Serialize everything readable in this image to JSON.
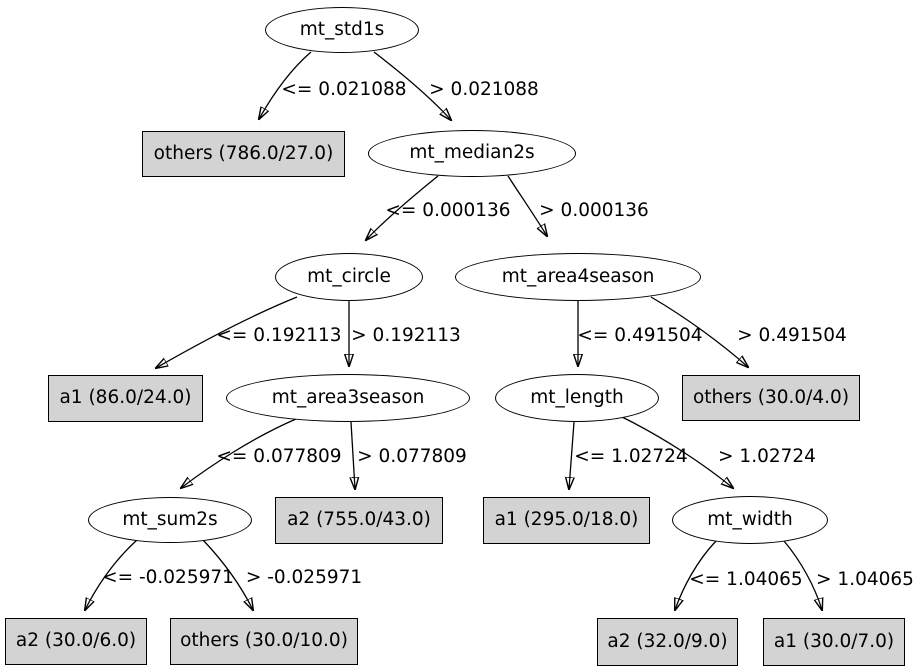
{
  "colors": {
    "background": "#ffffff",
    "decision_fill": "#ffffff",
    "leaf_fill": "#d3d3d3",
    "line": "#000000",
    "text": "#000000"
  },
  "nodes": {
    "mt_std1s": {
      "label": "mt_std1s",
      "type": "decision"
    },
    "mt_median2s": {
      "label": "mt_median2s",
      "type": "decision"
    },
    "mt_circle": {
      "label": "mt_circle",
      "type": "decision"
    },
    "mt_area4season": {
      "label": "mt_area4season",
      "type": "decision"
    },
    "mt_area3season": {
      "label": "mt_area3season",
      "type": "decision"
    },
    "mt_length": {
      "label": "mt_length",
      "type": "decision"
    },
    "mt_sum2s": {
      "label": "mt_sum2s",
      "type": "decision"
    },
    "mt_width": {
      "label": "mt_width",
      "type": "decision"
    },
    "leaf_others_786": {
      "label": "others (786.0/27.0)",
      "type": "leaf"
    },
    "leaf_a1_86": {
      "label": "a1 (86.0/24.0)",
      "type": "leaf"
    },
    "leaf_others_30_4": {
      "label": "others (30.0/4.0)",
      "type": "leaf"
    },
    "leaf_a2_755": {
      "label": "a2 (755.0/43.0)",
      "type": "leaf"
    },
    "leaf_a1_295": {
      "label": "a1 (295.0/18.0)",
      "type": "leaf"
    },
    "leaf_a2_30_6": {
      "label": "a2 (30.0/6.0)",
      "type": "leaf"
    },
    "leaf_others_30_10": {
      "label": "others (30.0/10.0)",
      "type": "leaf"
    },
    "leaf_a2_32_9": {
      "label": "a2 (32.0/9.0)",
      "type": "leaf"
    },
    "leaf_a1_30_7": {
      "label": "a1 (30.0/7.0)",
      "type": "leaf"
    }
  },
  "edges": {
    "std1s_le": {
      "from": "mt_std1s",
      "to": "leaf_others_786",
      "label": "<= 0.021088"
    },
    "std1s_gt": {
      "from": "mt_std1s",
      "to": "mt_median2s",
      "label": "> 0.021088"
    },
    "median2s_le": {
      "from": "mt_median2s",
      "to": "mt_circle",
      "label": "<= 0.000136"
    },
    "median2s_gt": {
      "from": "mt_median2s",
      "to": "mt_area4season",
      "label": "> 0.000136"
    },
    "circle_le": {
      "from": "mt_circle",
      "to": "leaf_a1_86",
      "label": "<= 0.192113"
    },
    "circle_gt": {
      "from": "mt_circle",
      "to": "mt_area3season",
      "label": "> 0.192113"
    },
    "area4season_le": {
      "from": "mt_area4season",
      "to": "mt_length",
      "label": "<= 0.491504"
    },
    "area4season_gt": {
      "from": "mt_area4season",
      "to": "leaf_others_30_4",
      "label": "> 0.491504"
    },
    "area3season_le": {
      "from": "mt_area3season",
      "to": "mt_sum2s",
      "label": "<= 0.077809"
    },
    "area3season_gt": {
      "from": "mt_area3season",
      "to": "leaf_a2_755",
      "label": "> 0.077809"
    },
    "length_le": {
      "from": "mt_length",
      "to": "leaf_a1_295",
      "label": "<= 1.02724"
    },
    "length_gt": {
      "from": "mt_length",
      "to": "mt_width",
      "label": "> 1.02724"
    },
    "sum2s_le": {
      "from": "mt_sum2s",
      "to": "leaf_a2_30_6",
      "label": "<= -0.025971"
    },
    "sum2s_gt": {
      "from": "mt_sum2s",
      "to": "leaf_others_30_10",
      "label": "> -0.025971"
    },
    "width_le": {
      "from": "mt_width",
      "to": "leaf_a2_32_9",
      "label": "<= 1.04065"
    },
    "width_gt": {
      "from": "mt_width",
      "to": "leaf_a1_30_7",
      "label": "> 1.04065"
    }
  }
}
